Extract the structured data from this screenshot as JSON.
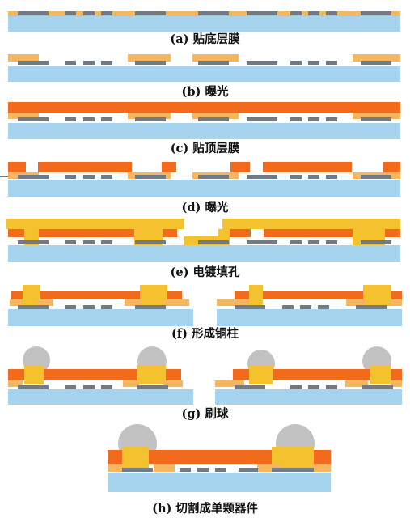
{
  "captions": {
    "a": "(a) 贴底层膜",
    "b": "(b) 曝光",
    "c": "(c) 贴顶层膜",
    "d": "(d) 曝光",
    "e": "(e) 电镀填孔",
    "f": "(f) 形成铜柱",
    "g": "(g) 刷球",
    "h": "(h) 切割成单颗器件"
  },
  "colors": {
    "substrate": "#a6d3ee",
    "pad": "#707b85",
    "bottom_film": "#f4b65e",
    "top_film": "#f26a1b",
    "copper_plating": "#f3c22e",
    "solder_ball": "#c2c2c2"
  }
}
